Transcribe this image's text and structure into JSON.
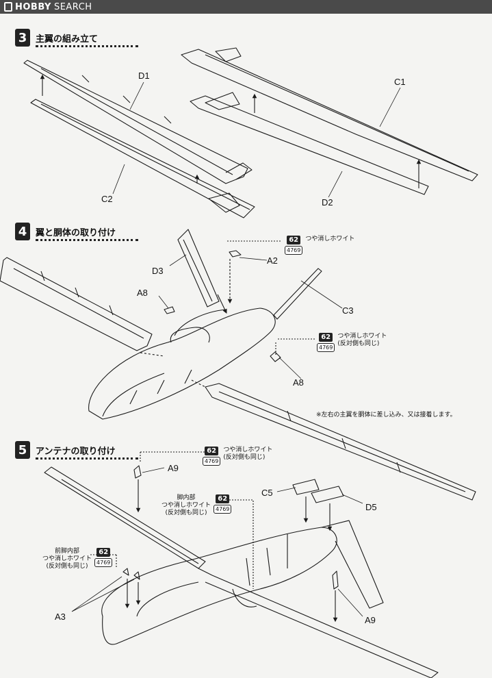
{
  "header": {
    "logo_bold": "HOBBY",
    "logo_light": "SEARCH"
  },
  "steps": [
    {
      "number": "3",
      "title": "主翼の組み立て"
    },
    {
      "number": "4",
      "title": "翼と胴体の取り付け"
    },
    {
      "number": "5",
      "title": "アンテナの取り付け"
    }
  ],
  "parts": {
    "d1": "D1",
    "c1": "C1",
    "c2": "C2",
    "d2": "D2",
    "d3": "D3",
    "a2": "A2",
    "a8_top": "A8",
    "c3": "C3",
    "a8_bottom": "A8",
    "a9_top": "A9",
    "c5": "C5",
    "d5": "D5",
    "a3": "A3",
    "a9_bottom": "A9"
  },
  "paint_callouts": [
    {
      "code": "62",
      "ref": "4769",
      "lines": [
        "つや消しホワイト"
      ]
    },
    {
      "code": "62",
      "ref": "4769",
      "lines": [
        "つや消しホワイト",
        "(反対側も同じ)"
      ]
    },
    {
      "code": "62",
      "ref": "4769",
      "lines": [
        "つや消しホワイト",
        "(反対側も同じ)"
      ]
    },
    {
      "code": "62",
      "ref": "4769",
      "lines": [
        "脚内部",
        "つや消しホワイト",
        "(反対側も同じ)"
      ]
    },
    {
      "code": "62",
      "ref": "4769",
      "lines": [
        "前脚内部",
        "つや消しホワイト",
        "(反対側も同じ)"
      ]
    }
  ],
  "notes": {
    "wing_note": "※左右の主翼を胴体に差し込み、又は接着します。"
  }
}
